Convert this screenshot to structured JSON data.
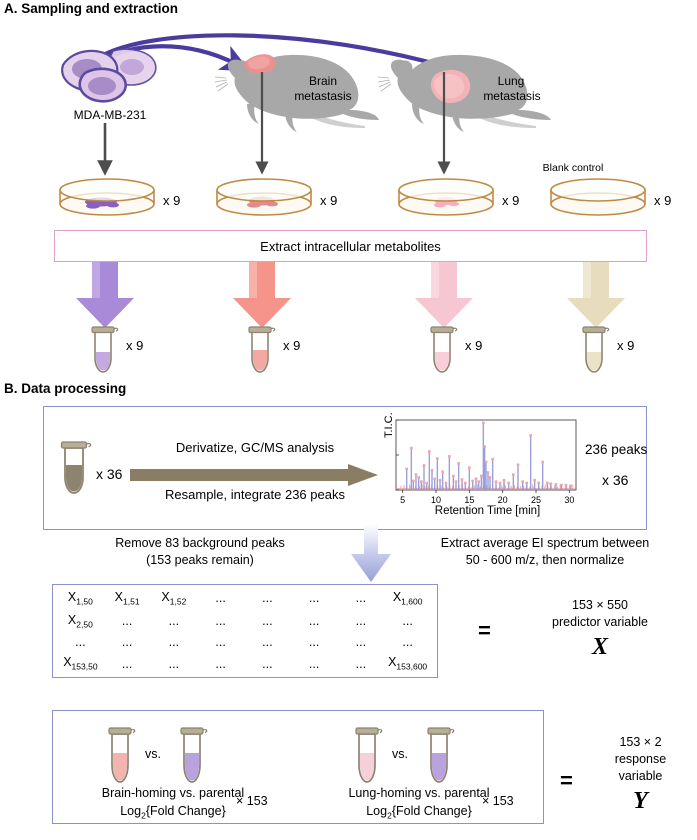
{
  "figure": {
    "panelA": {
      "title": "A. Sampling and extraction",
      "cell_line_label": "MDA-MB-231",
      "mouse1_label_line1": "Brain",
      "mouse1_label_line2": "metastasis",
      "mouse2_label_line1": "Lung",
      "mouse2_label_line2": "metastasis",
      "blank_control_label": "Blank control",
      "extract_box_label": "Extract intracellular metabolites",
      "dish_counts": [
        "x 9",
        "x 9",
        "x 9",
        "x 9"
      ],
      "tube_counts": [
        "x 9",
        "x 9",
        "x 9",
        "x 9"
      ],
      "colors": {
        "parental": "#9b7ec8",
        "brain": "#f49a8e",
        "lung": "#f8c7d0",
        "blank": "#e6dcc3",
        "dish_rim": "#c08a44",
        "arrow_gray": "#4d4d4d",
        "inject_arrow": "#4b3b9e",
        "box_pink": "#dd9fd0"
      }
    },
    "panelB": {
      "title": "B. Data processing",
      "step1": {
        "tube_count": "x 36",
        "arrow_label_top": "Derivatize, GC/MS analysis",
        "arrow_label_bottom": "Resample, integrate 236 peaks",
        "result_line1": "236 peaks",
        "result_line2": "x 36"
      },
      "step2": {
        "left_line1": "Remove 83 background peaks",
        "left_line2": "(153 peaks remain)",
        "right_line1": "Extract average EI spectrum between",
        "right_line2": "50 - 600 m/z, then normalize"
      },
      "matrix": {
        "rows": [
          [
            "X|1,50",
            "X|1,51",
            "X|1,52",
            "...",
            "...",
            "...",
            "...",
            "X|1,600"
          ],
          [
            "X|2,50",
            "...",
            "...",
            "...",
            "...",
            "...",
            "...",
            "..."
          ],
          [
            "...",
            "...",
            "...",
            "...",
            "...",
            "...",
            "...",
            "..."
          ],
          [
            "X|153,50",
            "...",
            "...",
            "...",
            "...",
            "...",
            "...",
            "X|153,600"
          ]
        ],
        "equals": "=",
        "caption_line1": "153 × 550",
        "caption_line2": "predictor variable",
        "symbol": "X"
      },
      "response": {
        "group1_vs": "vs.",
        "group1_line1": "Brain-homing vs. parental",
        "group1_line2_a": "Log",
        "group1_line2_sub": "2",
        "group1_line2_b": "{Fold Change}",
        "group1_count": "× 153",
        "group2_vs": "vs.",
        "group2_line1": "Lung-homing vs. parental",
        "group2_line2_a": "Log",
        "group2_line2_sub": "2",
        "group2_line2_b": "{Fold Change}",
        "group2_count": "× 153",
        "equals": "=",
        "caption_line1": "153 × 2",
        "caption_line2": "response",
        "caption_line3": "variable",
        "symbol": "Y"
      }
    },
    "chart_data": {
      "type": "line",
      "title": "",
      "xlabel": "Retention Time [min]",
      "ylabel": "T.I.C.",
      "xlim": [
        4,
        31
      ],
      "ylim": [
        0,
        1
      ],
      "xticks": [
        5,
        10,
        15,
        20,
        25,
        30
      ],
      "xticklabels": [
        "5",
        "10",
        "15",
        "20",
        "25",
        "30"
      ],
      "grid": false,
      "legend": "none",
      "series": [
        {
          "name": "stem-peaks",
          "color": "#8a8fd6",
          "marker_color": "#f4a3a3",
          "x": [
            5.6,
            6.3,
            6.6,
            7.0,
            7.4,
            7.8,
            8.2,
            8.6,
            9.0,
            9.4,
            9.8,
            10.2,
            10.6,
            11.0,
            11.5,
            12.0,
            12.6,
            13.0,
            13.4,
            13.9,
            14.4,
            15.0,
            15.5,
            16.0,
            16.4,
            16.8,
            17.1,
            17.3,
            17.5,
            17.8,
            18.1,
            18.5,
            19.0,
            19.6,
            20.2,
            20.9,
            21.6,
            22.3,
            23.0,
            23.6,
            24.2,
            24.8,
            25.4,
            26.0,
            26.7,
            27.2,
            28.0,
            28.8,
            29.5,
            30.2
          ],
          "y": [
            0.3,
            0.6,
            0.13,
            0.22,
            0.18,
            0.12,
            0.35,
            0.1,
            0.55,
            0.28,
            0.16,
            0.45,
            0.14,
            0.26,
            0.1,
            0.48,
            0.2,
            0.12,
            0.38,
            0.15,
            0.1,
            0.32,
            0.13,
            0.16,
            0.12,
            0.2,
            0.96,
            0.62,
            0.4,
            0.25,
            0.18,
            0.44,
            0.12,
            0.1,
            0.14,
            0.1,
            0.22,
            0.36,
            0.12,
            0.1,
            0.78,
            0.14,
            0.1,
            0.4,
            0.1,
            0.09,
            0.08,
            0.07,
            0.07,
            0.06
          ]
        },
        {
          "name": "baseline-noise",
          "color": "#f4a3a3",
          "x": [
            4.2,
            31.0
          ],
          "y": [
            0.03,
            0.03
          ]
        }
      ]
    }
  }
}
